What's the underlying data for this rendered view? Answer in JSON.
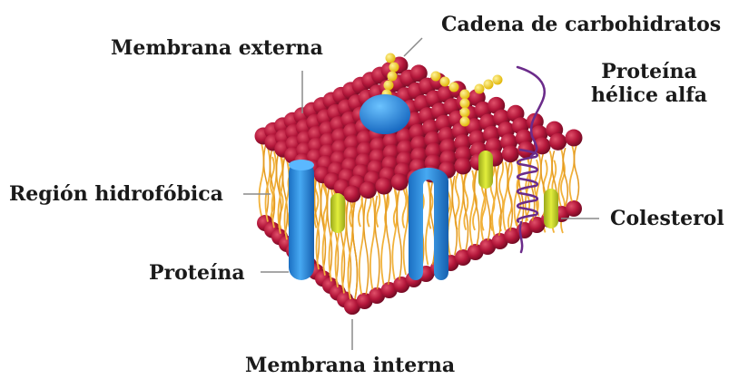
{
  "labels": {
    "carb_chain": "Cadena de carbohidratos",
    "outer_membrane": "Membrana externa",
    "helix_line1": "Proteína",
    "helix_line2": "hélice alfa",
    "hydrophobic": "Región hidrofóbica",
    "cholesterol": "Colesterol",
    "protein": "Proteína",
    "inner_membrane": "Membrana interna"
  },
  "colors": {
    "phospholipid_head": "#b3163a",
    "phospholipid_head_dark": "#7d0d28",
    "lipid_tail": "#f2b23a",
    "protein_blue": "#2a8fe0",
    "carbohydrate": "#f5d21a",
    "cholesterol": "#c8d428",
    "helix": "#6b2b8a",
    "leader_line": "#8a8a8a"
  }
}
